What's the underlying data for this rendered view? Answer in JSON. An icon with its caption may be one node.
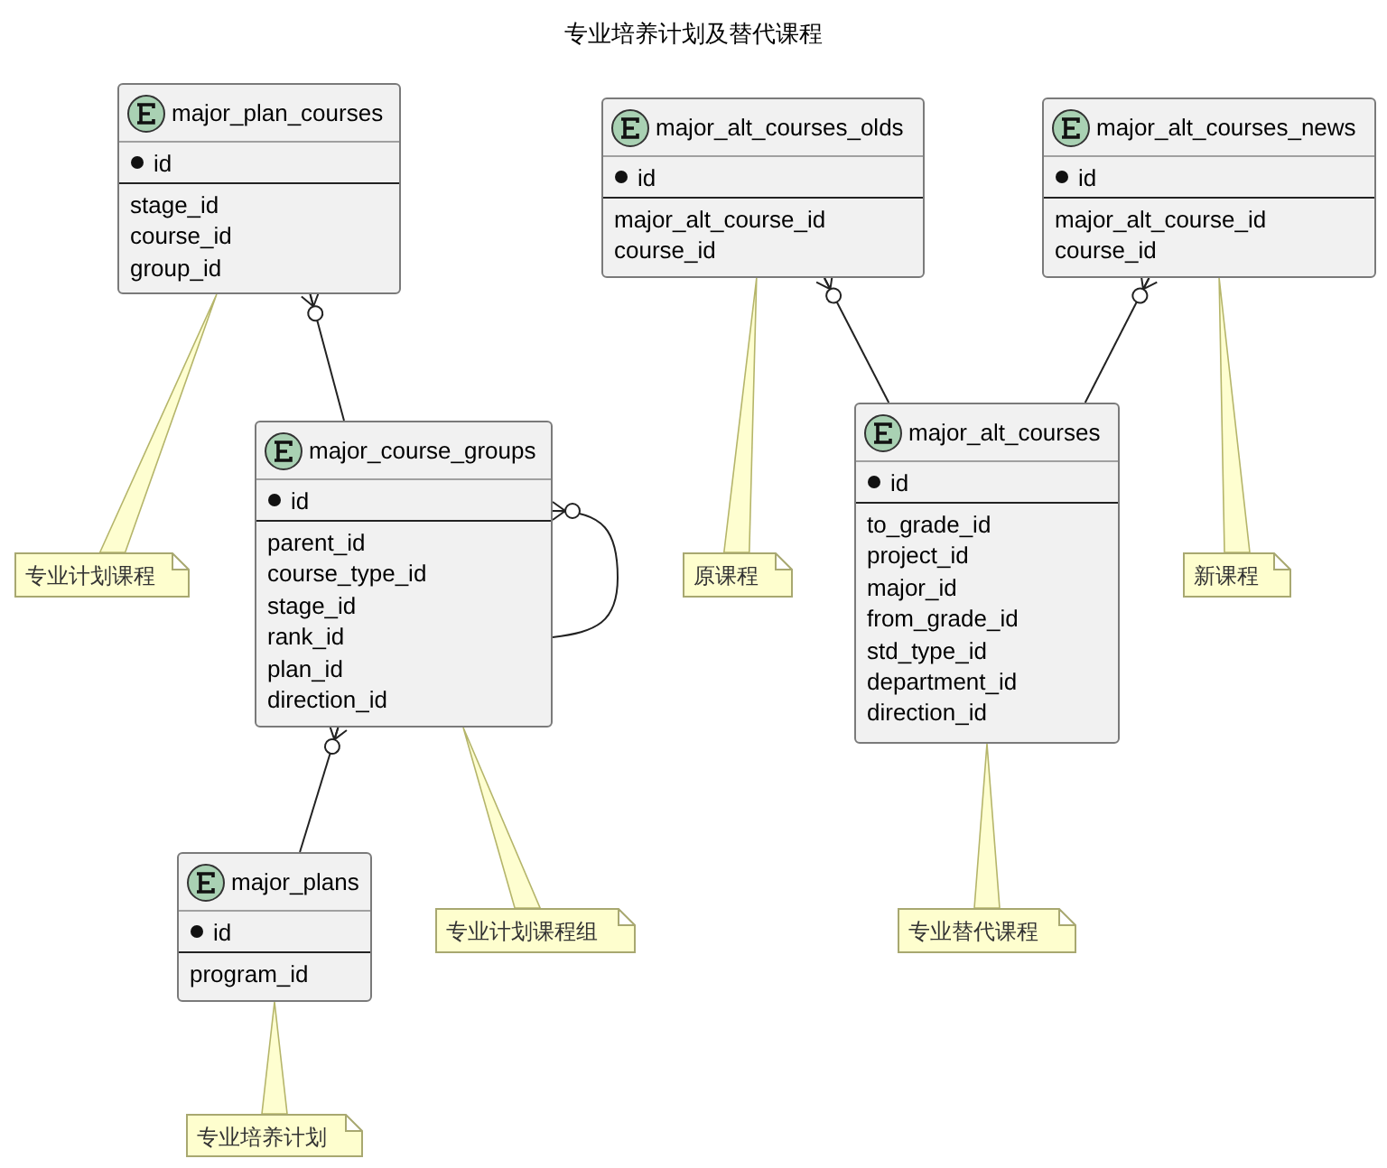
{
  "diagram": {
    "title": "专业培养计划及替代课程",
    "nodes": [
      {
        "text": [
          "major_plan_courses",
          "id",
          "stage_id",
          "course_id",
          "group_id"
        ]
      },
      {
        "text": [
          "专业计划课程"
        ]
      },
      {
        "text": [
          "major_course_groups",
          "id",
          "parent_id",
          "course_type_id",
          "stage_id",
          "rank_id",
          "plan_id",
          "direction_id"
        ]
      },
      {
        "text": [
          "专业计划课程组"
        ]
      },
      {
        "text": [
          "major_plans",
          "id",
          "program_id"
        ]
      },
      {
        "text": [
          "专业培养计划"
        ]
      },
      {
        "text": [
          "major_alt_courses_olds",
          "id",
          "major_alt_course_id",
          "course_id"
        ]
      },
      {
        "text": [
          "原课程"
        ]
      },
      {
        "text": [
          "major_alt_courses_news",
          "id",
          "major_alt_course_id",
          "course_id"
        ]
      },
      {
        "text": [
          "新课程"
        ]
      },
      {
        "text": [
          "major_alt_courses",
          "id",
          "to_grade_id",
          "project_id",
          "major_id",
          "from_grade_id",
          "std_type_id",
          "department_id",
          "direction_id"
        ]
      },
      {
        "text": [
          "专业替代课程"
        ]
      }
    ],
    "edges": [
      {
        "from": 1,
        "to": 0,
        "arrow": "none"
      },
      {
        "from": 2,
        "to": 0,
        "arrow": "other"
      },
      {
        "from": 2,
        "to": 2,
        "arrow": "other"
      },
      {
        "from": 3,
        "to": 2,
        "arrow": "none"
      },
      {
        "from": 4,
        "to": 2,
        "arrow": "other"
      },
      {
        "from": 5,
        "to": 4,
        "arrow": "none"
      },
      {
        "from": 7,
        "to": 6,
        "arrow": "none"
      },
      {
        "from": 10,
        "to": 6,
        "arrow": "other"
      },
      {
        "from": 9,
        "to": 8,
        "arrow": "none"
      },
      {
        "from": 10,
        "to": 8,
        "arrow": "other"
      },
      {
        "from": 11,
        "to": 10,
        "arrow": "none"
      }
    ]
  }
}
